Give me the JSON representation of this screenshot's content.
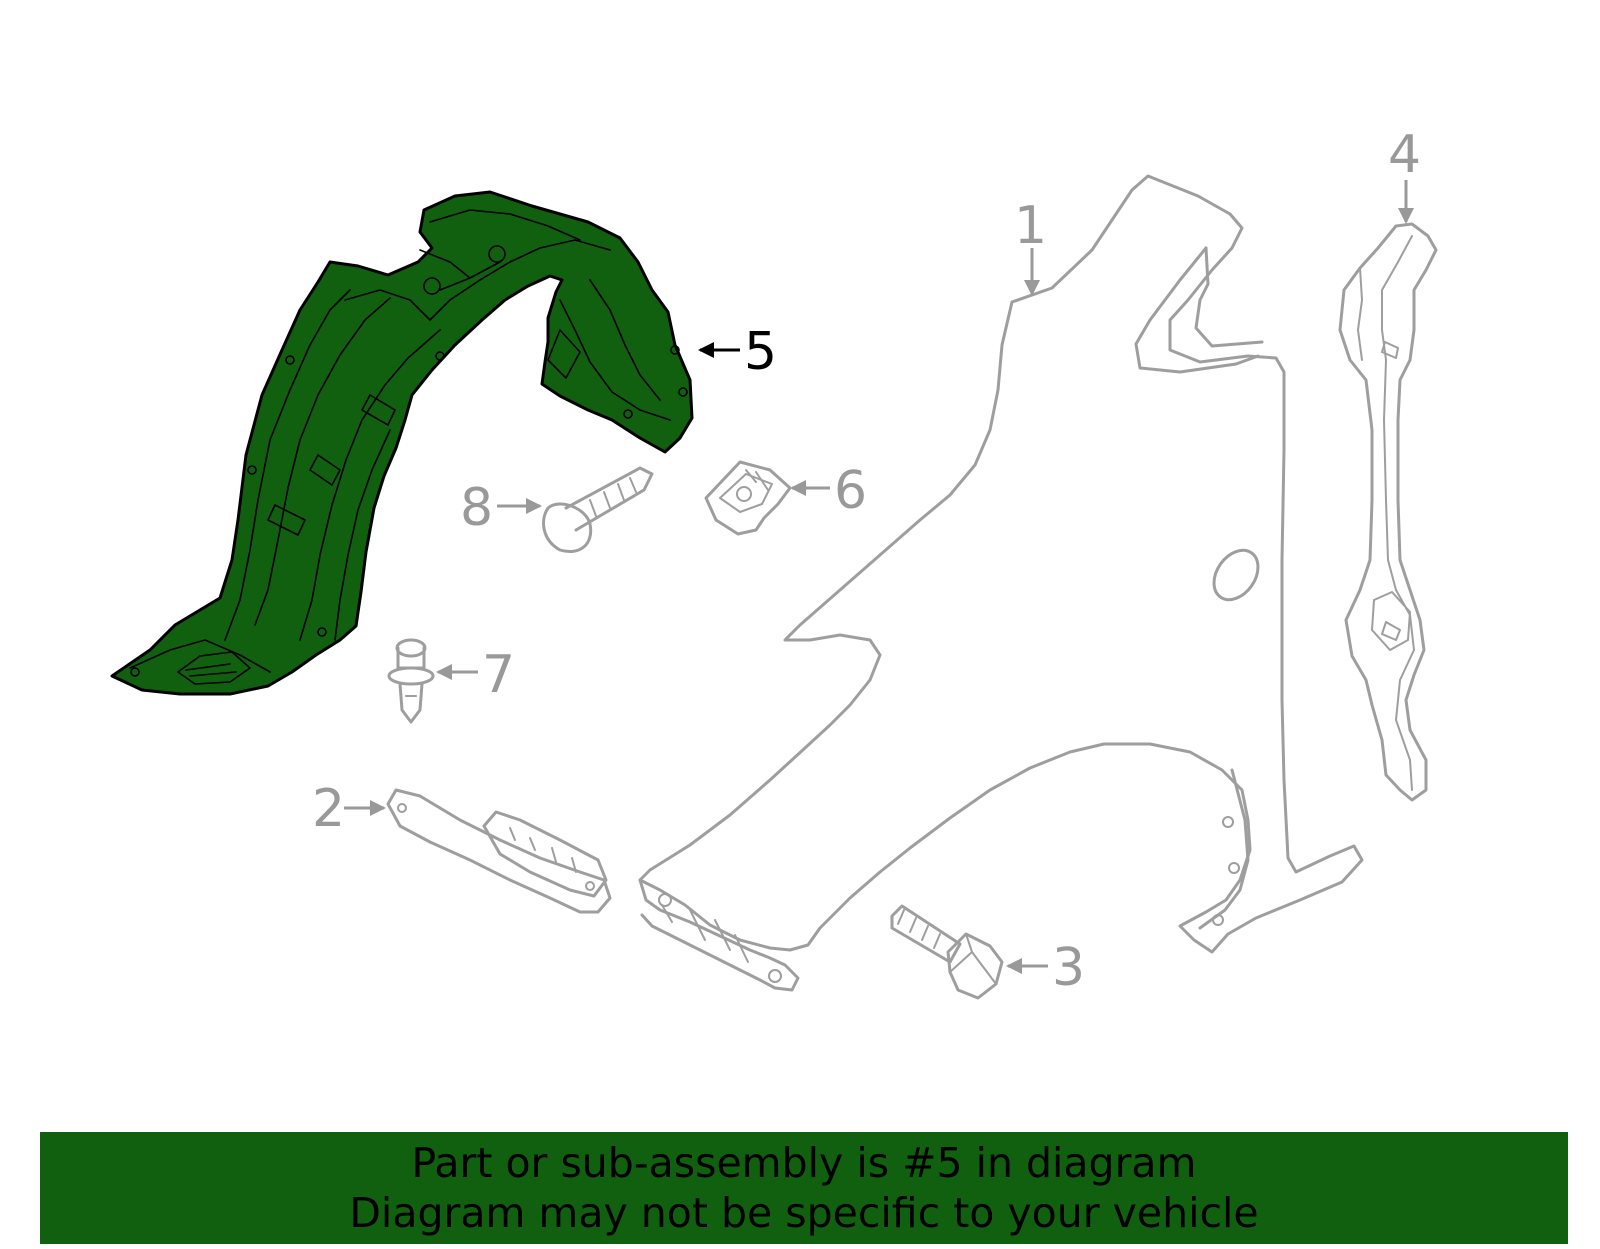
{
  "diagram": {
    "highlight_color": "#11600f",
    "callouts": [
      {
        "id": "1",
        "label": "1",
        "highlighted": false
      },
      {
        "id": "2",
        "label": "2",
        "highlighted": false
      },
      {
        "id": "3",
        "label": "3",
        "highlighted": false
      },
      {
        "id": "4",
        "label": "4",
        "highlighted": false
      },
      {
        "id": "5",
        "label": "5",
        "highlighted": true
      },
      {
        "id": "6",
        "label": "6",
        "highlighted": false
      },
      {
        "id": "7",
        "label": "7",
        "highlighted": false
      },
      {
        "id": "8",
        "label": "8",
        "highlighted": false
      }
    ]
  },
  "banner": {
    "line1": "Part or sub-assembly is #5 in diagram",
    "line2": "Diagram may not be specific to your vehicle",
    "color": "#11600f"
  }
}
